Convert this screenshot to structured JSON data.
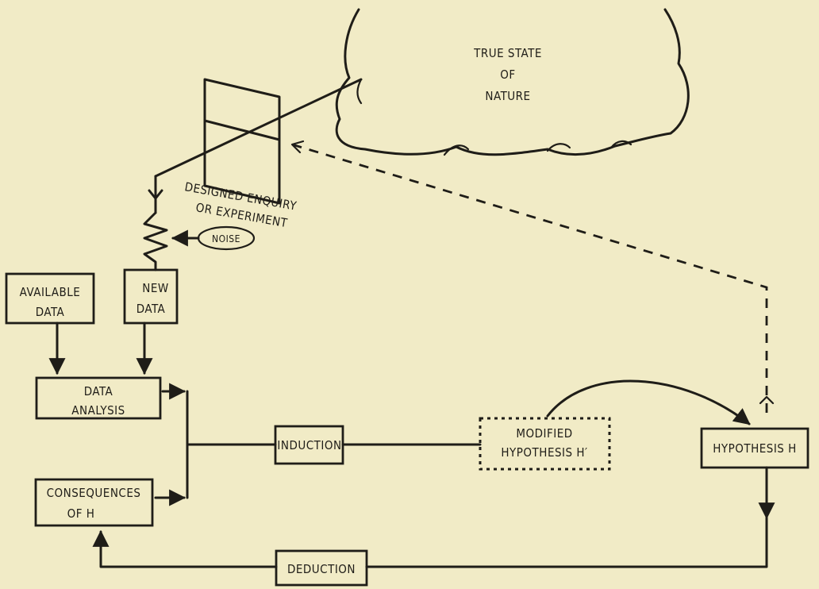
{
  "nature": {
    "line1": "TRUE STATE",
    "line2": "OF",
    "line3": "NATURE"
  },
  "enquiry": {
    "line1": "DESIGNED ENQUIRY",
    "line2": "OR EXPERIMENT"
  },
  "noise": "NOISE",
  "available_data": {
    "line1": "AVAILABLE",
    "line2": "DATA"
  },
  "new_data": {
    "line1": "NEW",
    "line2": "DATA"
  },
  "data_analysis": {
    "line1": "DATA",
    "line2": "ANALYSIS"
  },
  "consequences": {
    "line1": "CONSEQUENCES",
    "line2": "OF H"
  },
  "induction": "INDUCTION",
  "modified_hypothesis": {
    "line1": "MODIFIED",
    "line2": "HYPOTHESIS H′"
  },
  "hypothesis": "HYPOTHESIS H",
  "deduction": "DEDUCTION"
}
